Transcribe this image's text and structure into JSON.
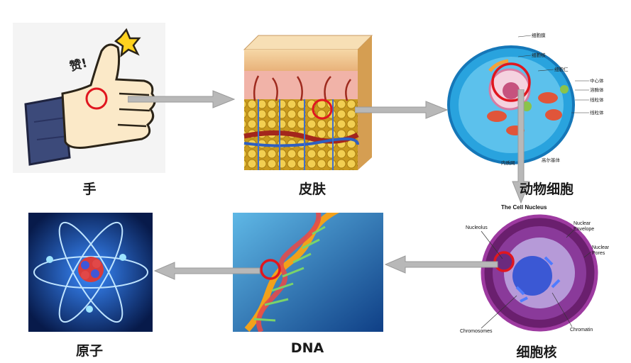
{
  "stages": [
    {
      "id": "hand",
      "label": "手"
    },
    {
      "id": "skin",
      "label": "皮肤"
    },
    {
      "id": "animal_cell",
      "label": "动物细胞"
    },
    {
      "id": "nucleus",
      "label": "细胞核"
    },
    {
      "id": "dna",
      "label": "DNA"
    },
    {
      "id": "atom",
      "label": "原子"
    }
  ],
  "hand": {
    "exclaim": "赞!"
  },
  "cell": {
    "labels": [
      "细胞膜",
      "细胞核",
      "细胞仁",
      "中心体",
      "溶酶体",
      "线粒体",
      "线粒体",
      "内质网",
      "高尔基体"
    ]
  },
  "nucleus": {
    "title": "The Cell Nucleus",
    "labels": {
      "nucleolus": "Nucleolus",
      "envelope_1": "Nuclear",
      "envelope_2": "Envelope",
      "pores_1": "Nuclear",
      "pores_2": "Pores",
      "chromosomes": "Chromosomes",
      "chromatin": "Chromatin"
    }
  },
  "colors": {
    "highlight": "#e0161f",
    "arrow": "#b8b8b8",
    "arrow_edge": "#9a9a9a"
  }
}
